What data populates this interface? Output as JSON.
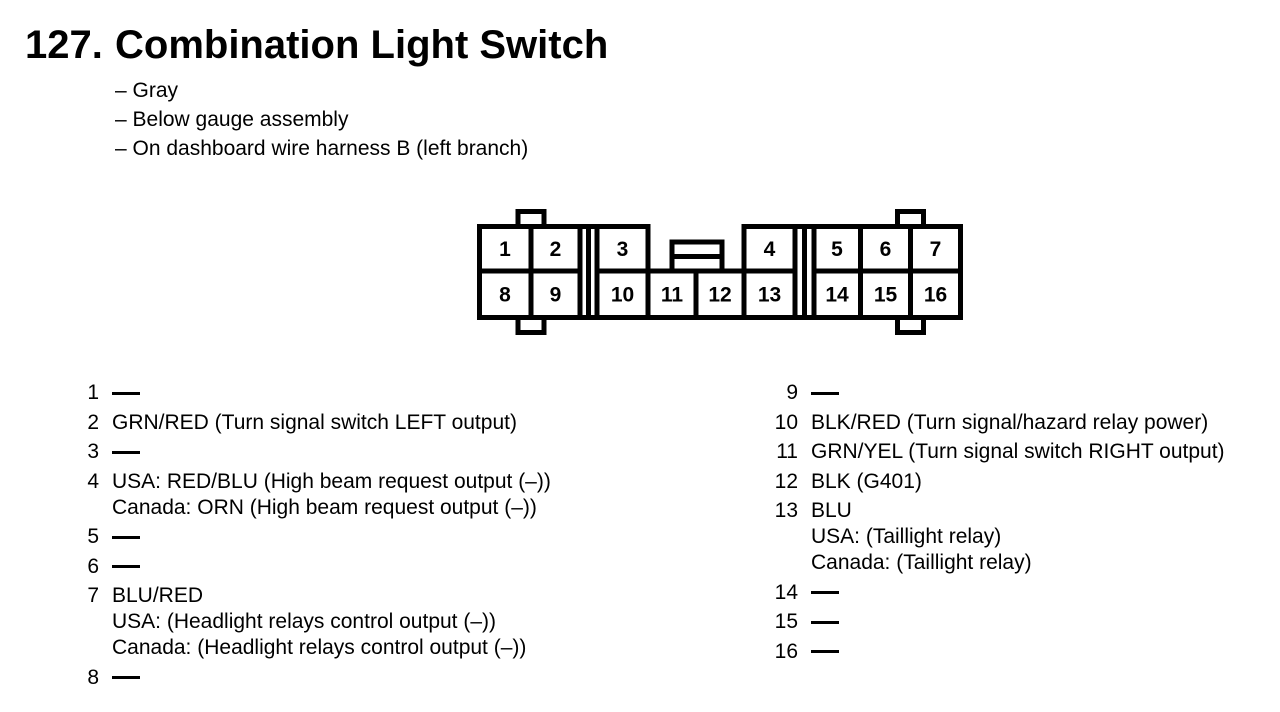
{
  "header": {
    "number": "127.",
    "title": "Combination Light Switch",
    "bullets": [
      "– Gray",
      "– Below gauge assembly",
      "– On dashboard wire harness B (left branch)"
    ]
  },
  "connector": {
    "pins_top": [
      "1",
      "2",
      "3",
      "4",
      "5",
      "6",
      "7"
    ],
    "pins_bottom": [
      "8",
      "9",
      "10",
      "11",
      "12",
      "13",
      "14",
      "15",
      "16"
    ]
  },
  "pin_list": {
    "left": [
      {
        "pin": "1",
        "lines": [
          "—"
        ]
      },
      {
        "pin": "2",
        "lines": [
          "GRN/RED (Turn signal switch LEFT output)"
        ]
      },
      {
        "pin": "3",
        "lines": [
          "—"
        ]
      },
      {
        "pin": "4",
        "lines": [
          "USA: RED/BLU (High beam request output (–))",
          "Canada: ORN (High beam request output (–))"
        ]
      },
      {
        "pin": "5",
        "lines": [
          "—"
        ]
      },
      {
        "pin": "6",
        "lines": [
          "—"
        ]
      },
      {
        "pin": "7",
        "lines": [
          "BLU/RED",
          "USA: (Headlight relays control output (–))",
          "Canada: (Headlight relays control output (–))"
        ]
      },
      {
        "pin": "8",
        "lines": [
          "—"
        ]
      }
    ],
    "right": [
      {
        "pin": "9",
        "lines": [
          "—"
        ]
      },
      {
        "pin": "10",
        "lines": [
          "BLK/RED (Turn signal/hazard relay power)"
        ]
      },
      {
        "pin": "11",
        "lines": [
          "GRN/YEL (Turn signal switch RIGHT output)"
        ]
      },
      {
        "pin": "12",
        "lines": [
          "BLK (G401)"
        ]
      },
      {
        "pin": "13",
        "lines": [
          "BLU",
          "USA: (Taillight relay)",
          "Canada: (Taillight relay)"
        ]
      },
      {
        "pin": "14",
        "lines": [
          "—"
        ]
      },
      {
        "pin": "15",
        "lines": [
          "—"
        ]
      },
      {
        "pin": "16",
        "lines": [
          "—"
        ]
      }
    ]
  },
  "colors": {
    "ink": "#000000",
    "paper": "#ffffff"
  }
}
